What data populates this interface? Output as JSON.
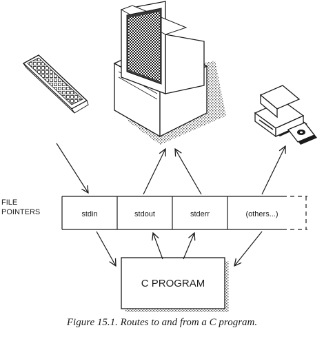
{
  "file_pointers_label": [
    "FILE",
    "POINTERS"
  ],
  "streams": [
    "stdin",
    "stdout",
    "stderr",
    "(others...)"
  ],
  "program_label": "C PROGRAM",
  "caption": "Figure 15.1. Routes to and from a C program.",
  "devices": {
    "keyboard": "keyboard-icon",
    "monitor": "monitor-icon",
    "disk_drive": "disk-drive-icon",
    "floppy_disk": "floppy-disk-icon"
  },
  "colors": {
    "ink": "#1a1a1a",
    "shade": "#9a9a9a",
    "screen": "#3a3a3a"
  }
}
